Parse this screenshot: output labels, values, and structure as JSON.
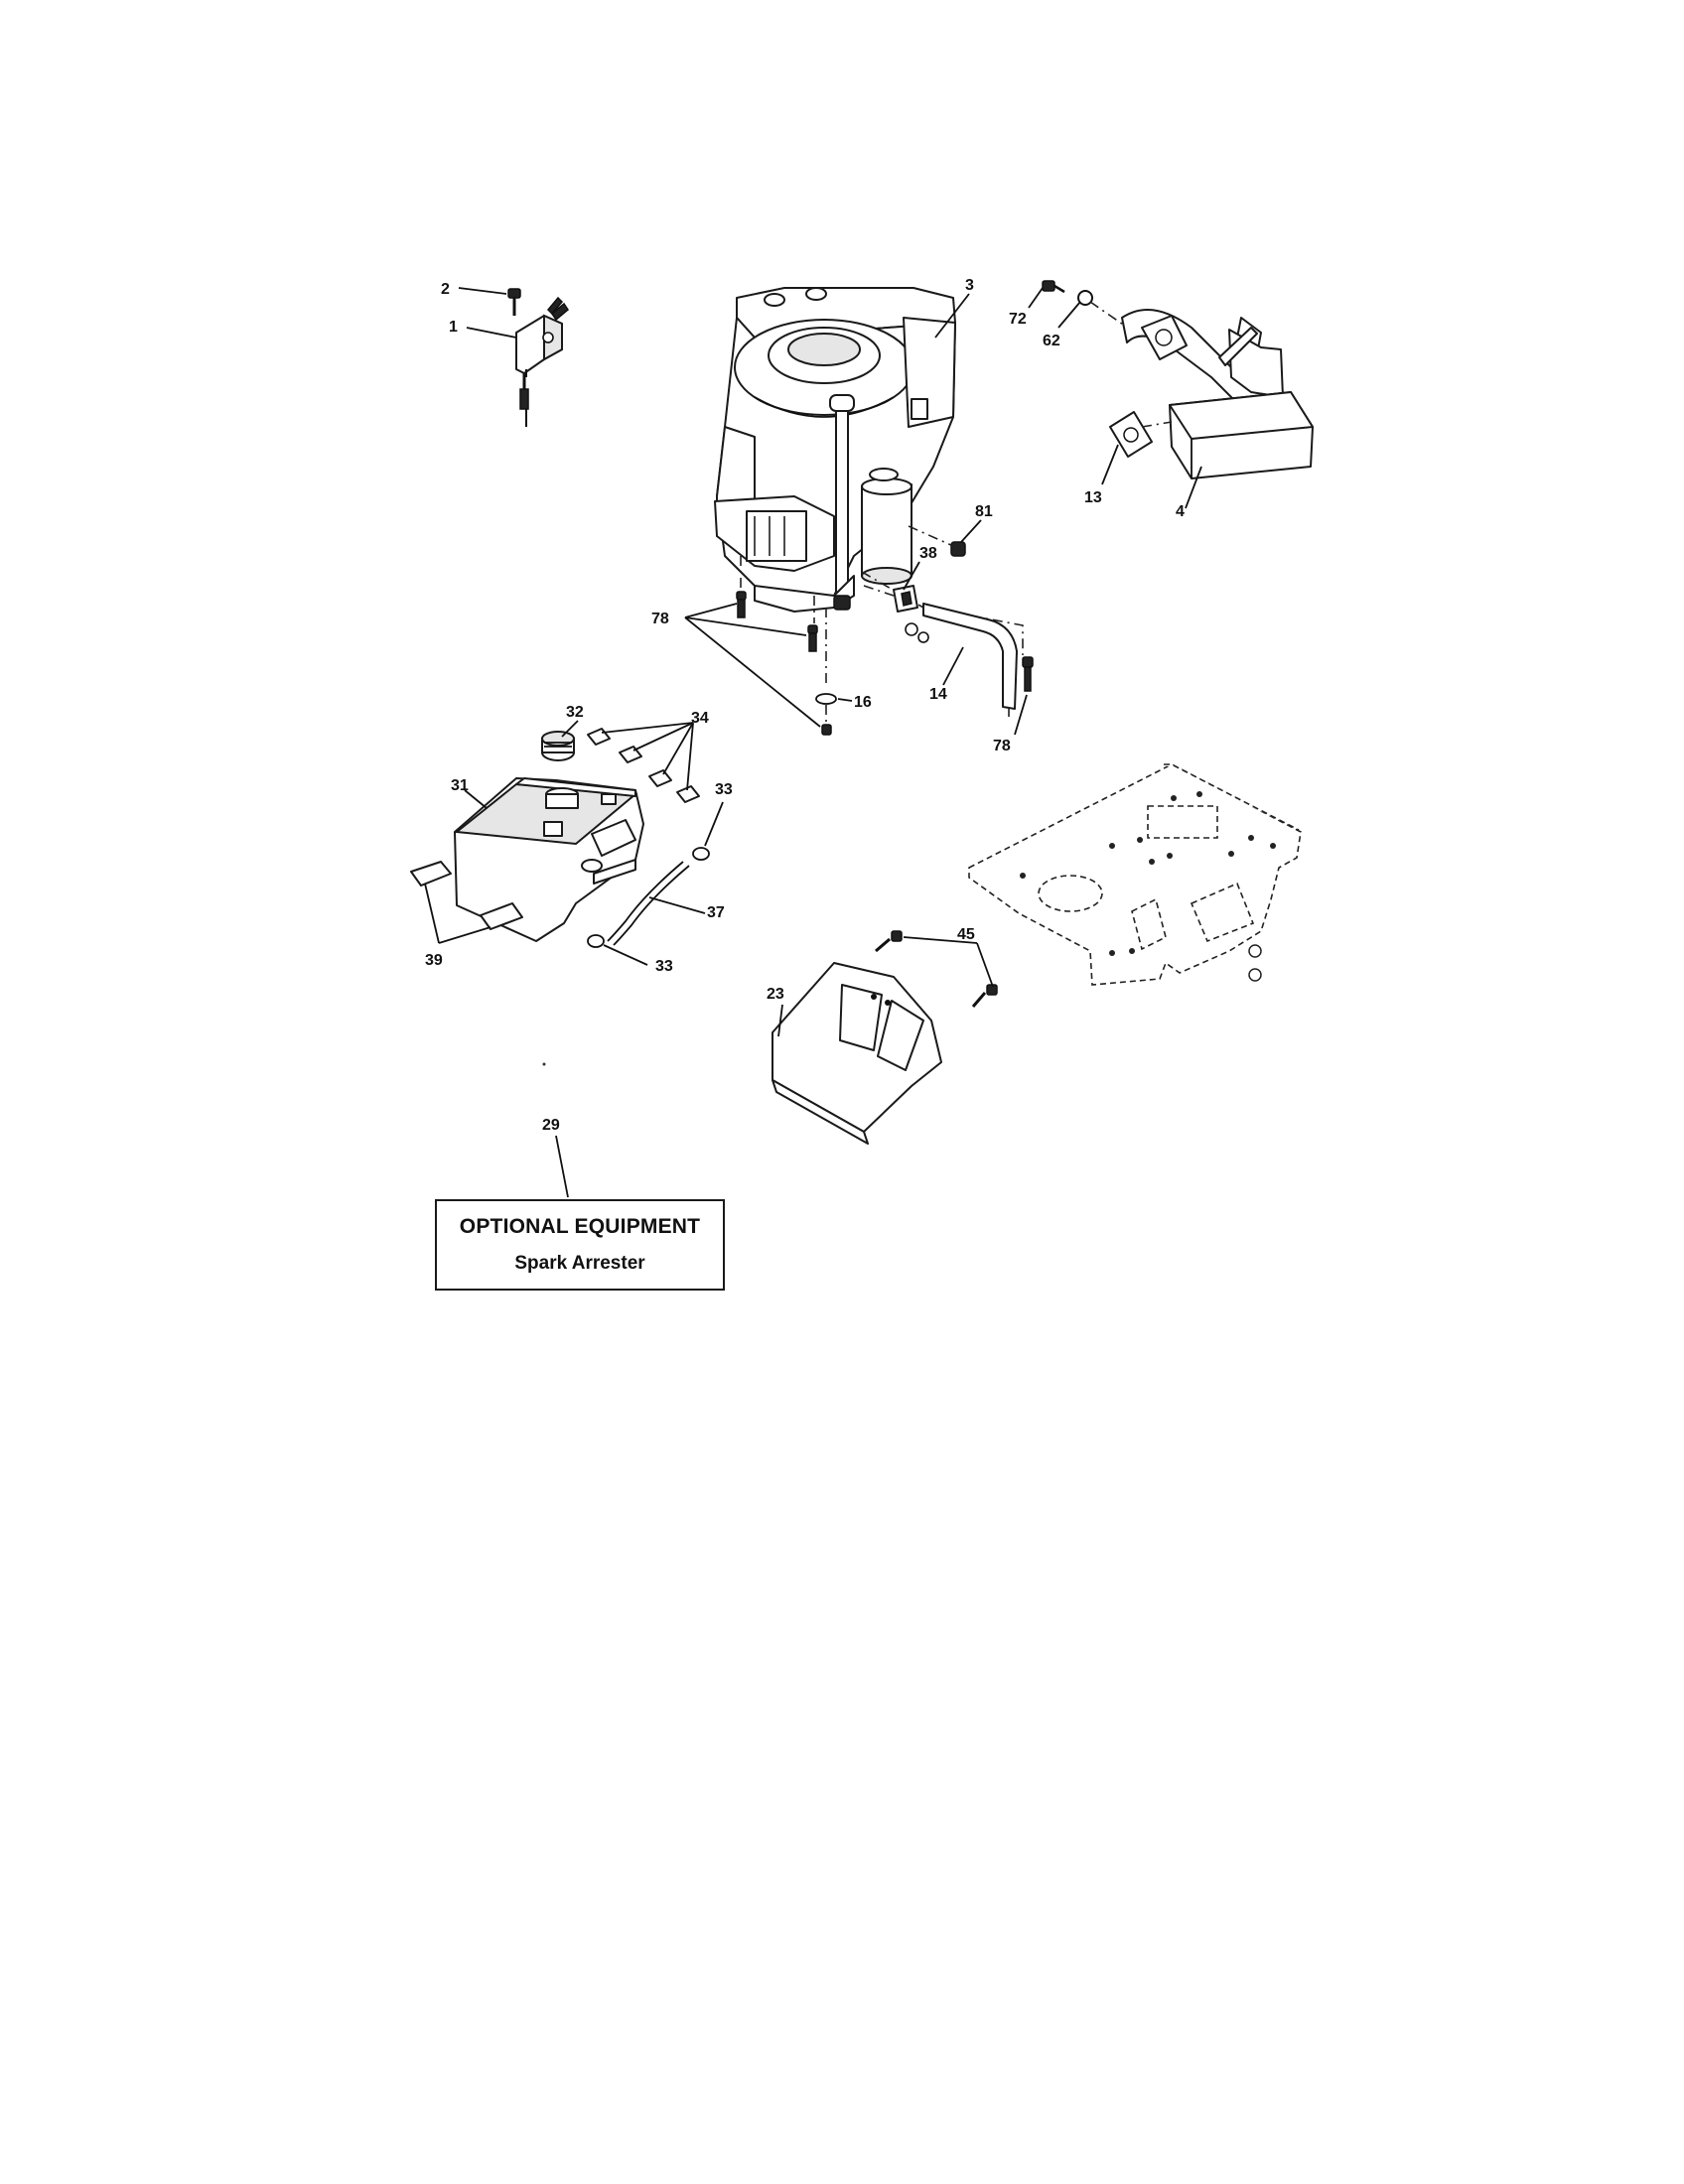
{
  "callouts": {
    "c1": "1",
    "c2": "2",
    "c3": "3",
    "c4": "4",
    "c13": "13",
    "c14": "14",
    "c16": "16",
    "c23": "23",
    "c29": "29",
    "c31": "31",
    "c32": "32",
    "c33a": "33",
    "c33b": "33",
    "c34": "34",
    "c37": "37",
    "c38": "38",
    "c39": "39",
    "c45": "45",
    "c62": "62",
    "c72": "72",
    "c78a": "78",
    "c78b": "78",
    "c81": "81"
  },
  "optional_equipment": {
    "title": "OPTIONAL EQUIPMENT",
    "item": "Spark Arrester"
  }
}
